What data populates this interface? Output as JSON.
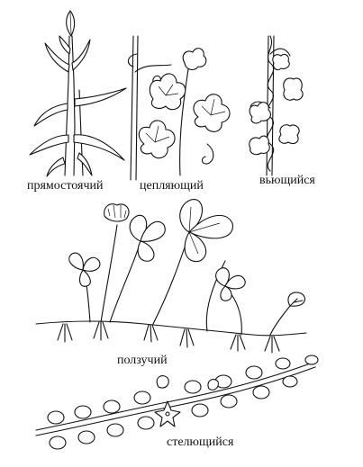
{
  "labels": {
    "erect": "прямостоячий",
    "climbing": "цепляющий",
    "twining": "вьющийся",
    "creeping": "ползучий",
    "trailing": "стелющийся"
  },
  "colors": {
    "line": "#111111",
    "background": "#ffffff"
  }
}
